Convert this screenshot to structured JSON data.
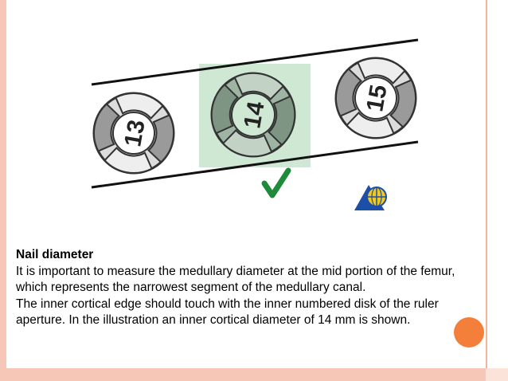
{
  "slide": {
    "disks": [
      {
        "label": "13"
      },
      {
        "label": "14"
      },
      {
        "label": "15"
      }
    ],
    "title": "Nail diameter",
    "paragraph1": "It is important to measure the medullary diameter at the mid portion of the femur, which represents the narrowest segment of the medullary canal.",
    "paragraph2": "The inner cortical edge should touch with the inner numbered disk of the ruler aperture. In the illustration an inner cortical diameter of 14 mm is shown.",
    "colors": {
      "accent_circle": "#f47f3b",
      "frame": "#f6c7b6",
      "highlight": "#cfe8d4",
      "checkmark": "#1f8a3a"
    },
    "icons": [
      "checkmark-icon",
      "logo-icon"
    ]
  }
}
